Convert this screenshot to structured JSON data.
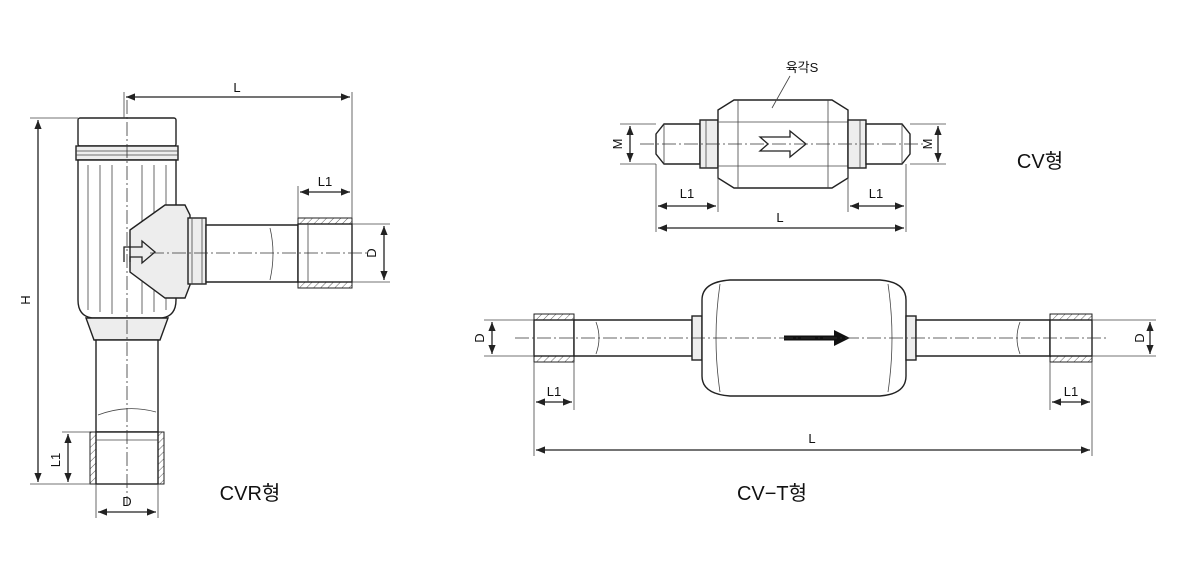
{
  "labels": {
    "cvr": {
      "caption": "CVR형",
      "L": "L",
      "L1_top": "L1",
      "L1_side": "L1",
      "H": "H",
      "D_right": "D",
      "D_bottom": "D"
    },
    "cv": {
      "caption": "CV형",
      "hex": "육각S",
      "M_left": "M",
      "M_right": "M",
      "L1_left": "L1",
      "L1_right": "L1",
      "L": "L"
    },
    "cvt": {
      "caption": "CV−T형",
      "D_left": "D",
      "D_right": "D",
      "L1_left": "L1",
      "L1_right": "L1",
      "L": "L"
    }
  }
}
